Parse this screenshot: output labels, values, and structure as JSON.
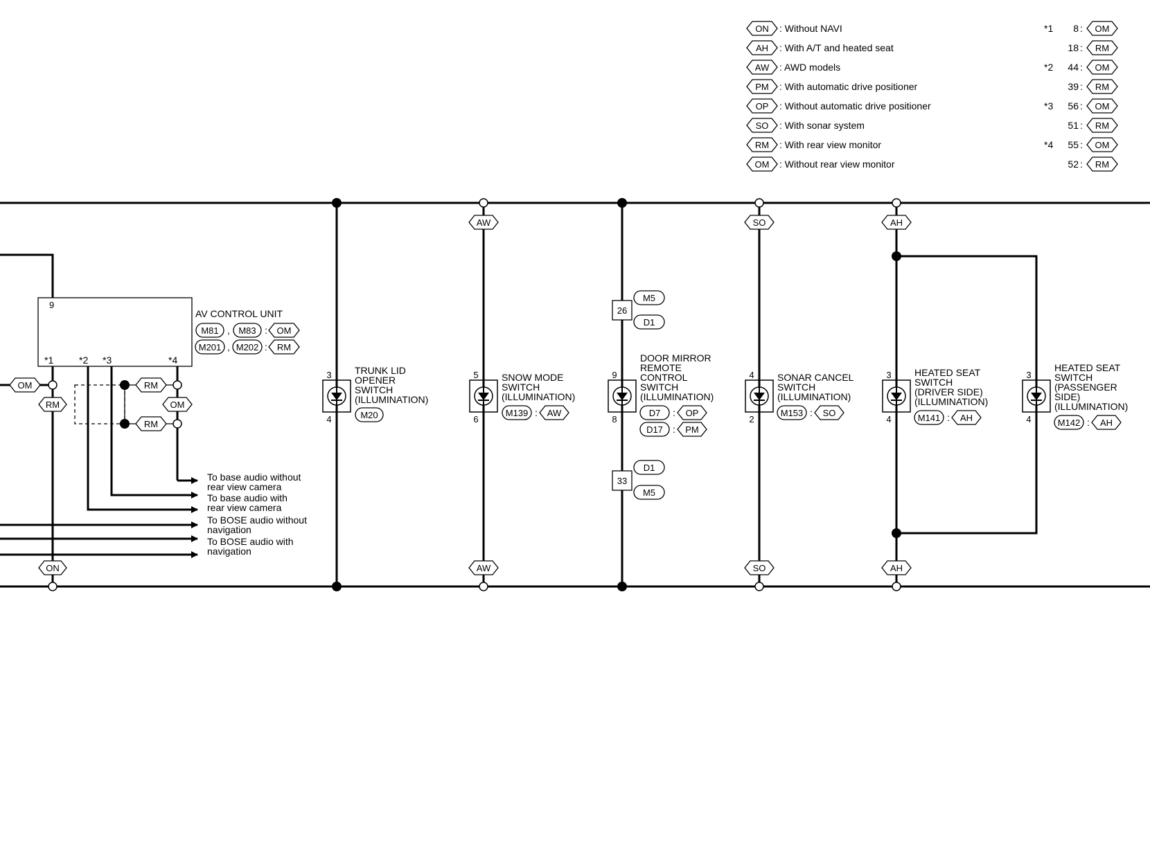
{
  "legend": {
    "codes": [
      {
        "code": "ON",
        "text": ": Without NAVI"
      },
      {
        "code": "AH",
        "text": ": With A/T and heated seat"
      },
      {
        "code": "AW",
        "text": ": AWD models"
      },
      {
        "code": "PM",
        "text": ": With automatic drive positioner"
      },
      {
        "code": "OP",
        "text": ": Without automatic drive positioner"
      },
      {
        "code": "SO",
        "text": ": With sonar system"
      },
      {
        "code": "RM",
        "text": ": With rear view monitor"
      },
      {
        "code": "OM",
        "text": ": Without rear view monitor"
      }
    ],
    "stars": [
      {
        "star": "*1",
        "pin": "8",
        "code": "OM"
      },
      {
        "star": "",
        "pin": "18",
        "code": "RM"
      },
      {
        "star": "*2",
        "pin": "44",
        "code": "OM"
      },
      {
        "star": "",
        "pin": "39",
        "code": "RM"
      },
      {
        "star": "*3",
        "pin": "56",
        "code": "OM"
      },
      {
        "star": "",
        "pin": "51",
        "code": "RM"
      },
      {
        "star": "*4",
        "pin": "55",
        "code": "OM"
      },
      {
        "star": "",
        "pin": "52",
        "code": "RM"
      }
    ]
  },
  "av_unit": {
    "title": "AV CONTROL UNIT",
    "pin_top": "9",
    "stars": [
      "*1",
      "*2",
      "*3",
      "*4"
    ],
    "conn1": "M81",
    "conn2": "M83",
    "code1": "OM",
    "conn3": "M201",
    "conn4": "M202",
    "code2": "RM",
    "sep_comma": ",",
    "sep_colon": ":"
  },
  "codes": {
    "ON": "ON",
    "AH": "AH",
    "AW": "AW",
    "PM": "PM",
    "OP": "OP",
    "SO": "SO",
    "RM": "RM",
    "OM": "OM"
  },
  "outputs": [
    {
      "l1": "To base audio without",
      "l2": "rear view camera"
    },
    {
      "l1": "To base audio with",
      "l2": "rear view camera"
    },
    {
      "l1": "To BOSE audio without",
      "l2": "navigation"
    },
    {
      "l1": "To BOSE audio with",
      "l2": "navigation"
    }
  ],
  "switches": {
    "trunk": {
      "lines": [
        "TRUNK LID",
        "OPENER",
        "SWITCH",
        "(ILLUMINATION)"
      ],
      "pin_top": "3",
      "pin_bot": "4",
      "conn": "M20"
    },
    "snow": {
      "lines": [
        "SNOW MODE",
        "SWITCH",
        "(ILLUMINATION)"
      ],
      "pin_top": "5",
      "pin_bot": "6",
      "conn": "M139",
      "code": "AW"
    },
    "mirror": {
      "lines": [
        "DOOR MIRROR",
        "REMOTE",
        "CONTROL",
        "SWITCH",
        "(ILLUMINATION)"
      ],
      "pin_top": "9",
      "pin_bot": "8",
      "conn1": "D7",
      "code1": "OP",
      "conn2": "D17",
      "code2": "PM"
    },
    "sonar": {
      "lines": [
        "SONAR CANCEL",
        "SWITCH",
        "(ILLUMINATION)"
      ],
      "pin_top": "4",
      "pin_bot": "2",
      "conn": "M153",
      "code": "SO"
    },
    "heat_driver": {
      "lines": [
        "HEATED SEAT",
        "SWITCH",
        "(DRIVER SIDE)",
        "(ILLUMINATION)"
      ],
      "pin_top": "3",
      "pin_bot": "4",
      "conn": "M141",
      "code": "AH"
    },
    "heat_pass": {
      "lines": [
        "HEATED SEAT",
        "SWITCH",
        "(PASSENGER",
        "SIDE)",
        "(ILLUMINATION)"
      ],
      "pin_top": "3",
      "pin_bot": "4",
      "conn": "M142",
      "code": "AH"
    }
  },
  "junctions": {
    "j26": {
      "pin": "26",
      "c1": "M5",
      "c2": "D1"
    },
    "j33": {
      "pin": "33",
      "c1": "D1",
      "c2": "M5"
    }
  }
}
